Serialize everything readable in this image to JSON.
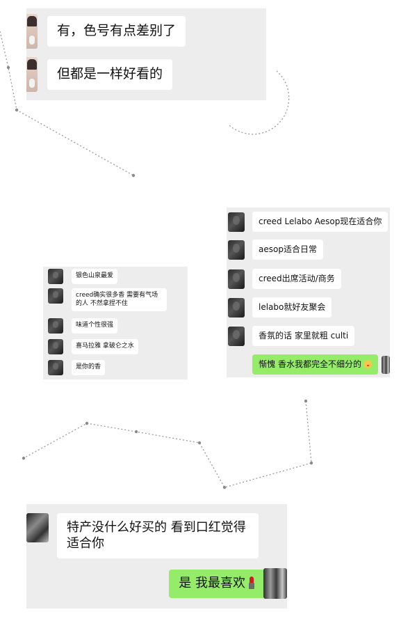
{
  "panel_top": {
    "messages": [
      {
        "sender": "friend",
        "text": "有，色号有点差别了"
      },
      {
        "sender": "friend",
        "text": "但都是一样好看的"
      }
    ]
  },
  "panel_perfume_small": {
    "messages": [
      {
        "sender": "friend",
        "text": "银色山泉最爱"
      },
      {
        "sender": "friend",
        "text": "creed确实很多香 需要有气场的人 不然拿捏不住"
      },
      {
        "sender": "friend",
        "text": "味道个性很强"
      },
      {
        "sender": "friend",
        "text": "喜马拉雅 拿破仑之水"
      },
      {
        "sender": "friend",
        "text": "是你的香"
      }
    ]
  },
  "panel_perfume_brands": {
    "messages": [
      {
        "sender": "friend",
        "text": "creed Lelabo Aesop现在适合你"
      },
      {
        "sender": "friend",
        "text": "aesop适合日常"
      },
      {
        "sender": "friend",
        "text": "creed出席活动/商务"
      },
      {
        "sender": "friend",
        "text": "lelabo就好友聚会"
      },
      {
        "sender": "friend",
        "text": "香氛的话 家里就粗 culti"
      },
      {
        "sender": "me",
        "text": "惭愧 香水我都完全不细分的",
        "emoji": "kissing-face-emoji"
      }
    ]
  },
  "panel_bottom": {
    "messages": [
      {
        "sender": "friend",
        "text": "特产没什么好买的 看到口红觉得适合你"
      },
      {
        "sender": "me",
        "text": "是 我最喜欢",
        "emoji": "lipstick-emoji"
      }
    ]
  },
  "colors": {
    "panel_bg": "#ededed",
    "bubble_friend": "#ffffff",
    "bubble_me": "#95ec69",
    "decor_line": "#9a9a9a"
  }
}
